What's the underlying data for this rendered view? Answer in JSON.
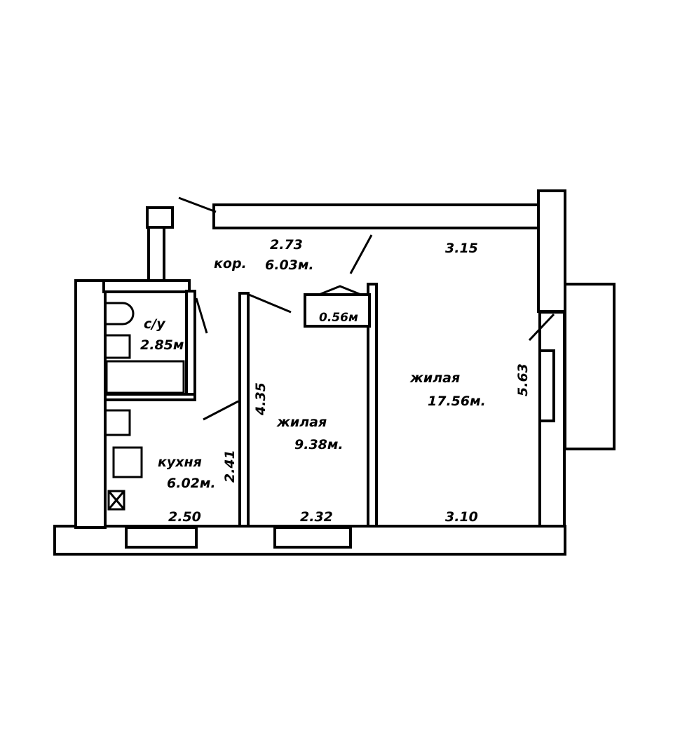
{
  "plan": {
    "corridor": {
      "label": "кор.",
      "area": "6.03м.",
      "width": "2.73"
    },
    "bathroom": {
      "label": "с/у",
      "area": "2.85м"
    },
    "closet": {
      "area": "0.56м"
    },
    "kitchen": {
      "label": "кухня",
      "area": "6.02м.",
      "width": "2.50",
      "depth": "2.41"
    },
    "room_small": {
      "label": "жилая",
      "area": "9.38м.",
      "width": "2.32",
      "depth": "4.35"
    },
    "room_large": {
      "label": "жилая",
      "area": "17.56м.",
      "width_top": "3.15",
      "width_bottom": "3.10",
      "depth": "5.63"
    }
  }
}
